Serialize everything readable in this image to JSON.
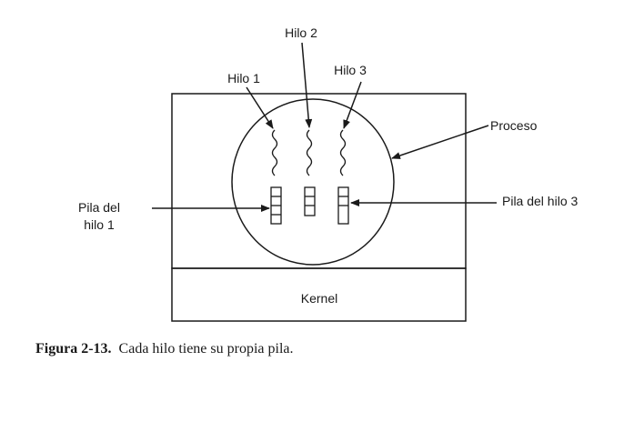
{
  "diagram": {
    "labels": {
      "thread2": "Hilo 2",
      "thread1": "Hilo 1",
      "thread3": "Hilo 3",
      "process": "Proceso",
      "stack1_line1": "Pila del",
      "stack1_line2": "hilo 1",
      "stack3": "Pila del hilo 3",
      "kernel": "Kernel"
    }
  },
  "caption": {
    "label": "Figura 2-13.",
    "text": "Cada hilo tiene su propia pila."
  }
}
